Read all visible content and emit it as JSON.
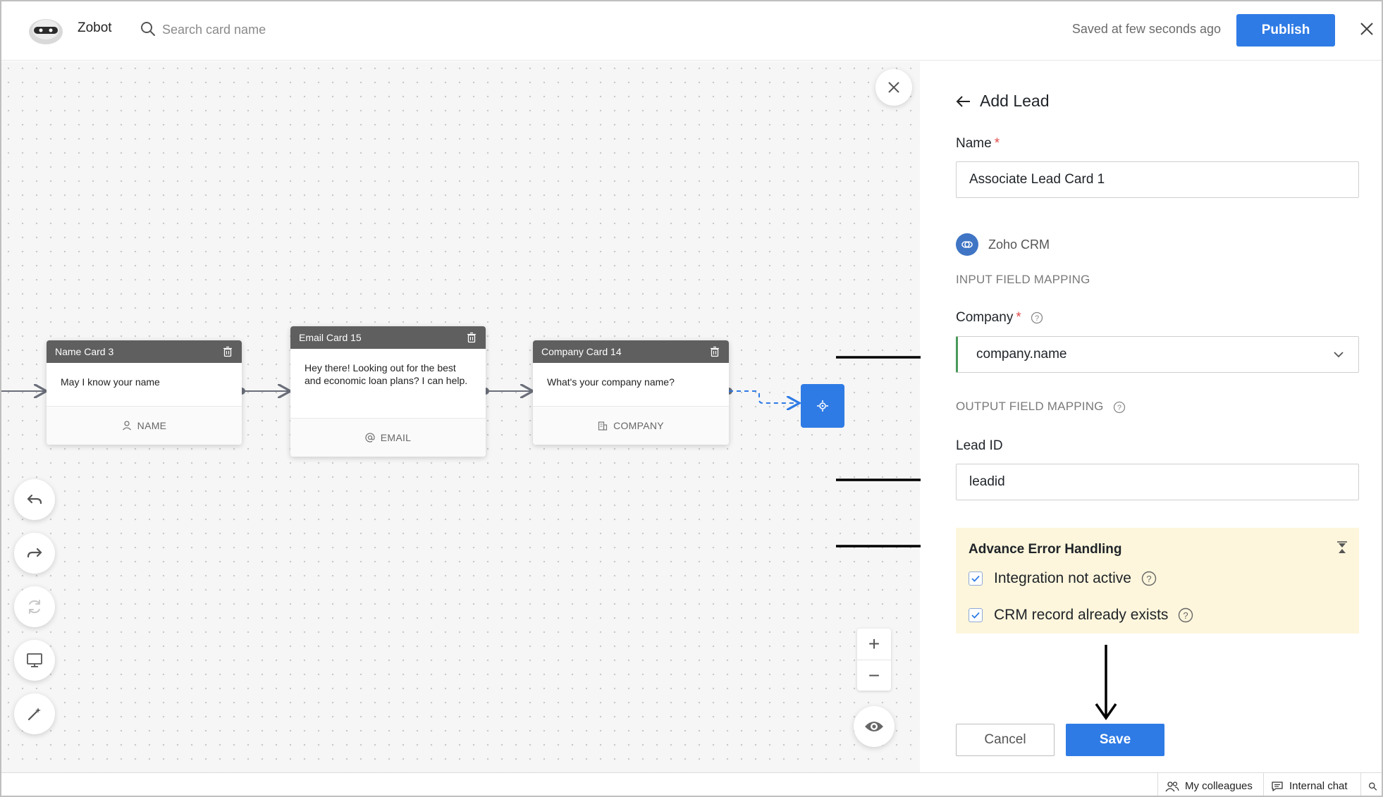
{
  "header": {
    "app_name": "Zobot",
    "search_placeholder": "Search card name",
    "saved_status": "Saved at few seconds ago",
    "publish_label": "Publish"
  },
  "cards": [
    {
      "title": "Name Card 3",
      "message": "May I know your name",
      "field": "NAME",
      "field_icon": "person-icon"
    },
    {
      "title": "Email Card 15",
      "message": "Hey there! Looking out for the best and economic loan plans? I can help.",
      "field": "EMAIL",
      "field_icon": "at-sign-icon"
    },
    {
      "title": "Company Card 14",
      "message": "What's your company name?",
      "field": "COMPANY",
      "field_icon": "building-icon"
    }
  ],
  "tools": [
    "undo-icon",
    "redo-icon",
    "refresh-icon",
    "monitor-icon",
    "magic-wand-icon"
  ],
  "zoom": {
    "in": "+",
    "out": "−"
  },
  "panel": {
    "title": "Add Lead",
    "name_label": "Name",
    "name_value": "Associate Lead Card 1",
    "integration": "Zoho CRM",
    "input_mapping_label": "INPUT FIELD MAPPING",
    "company_label": "Company",
    "company_value": "company.name",
    "output_mapping_label": "OUTPUT FIELD MAPPING",
    "lead_id_label": "Lead ID",
    "lead_id_value": "leadid",
    "error_handling": {
      "title": "Advance Error Handling",
      "options": [
        {
          "label": "Integration not active",
          "checked": true
        },
        {
          "label": "CRM record already exists",
          "checked": true
        }
      ]
    },
    "cancel_label": "Cancel",
    "save_label": "Save"
  },
  "bottom_bar": {
    "colleagues": "My colleagues",
    "chat": "Internal chat"
  },
  "colors": {
    "primary": "#2f7be5",
    "card_header": "#5f5f5f",
    "error_bg": "#fdf6dc",
    "required": "#e04b4b",
    "select_accent": "#4a9a5a"
  }
}
